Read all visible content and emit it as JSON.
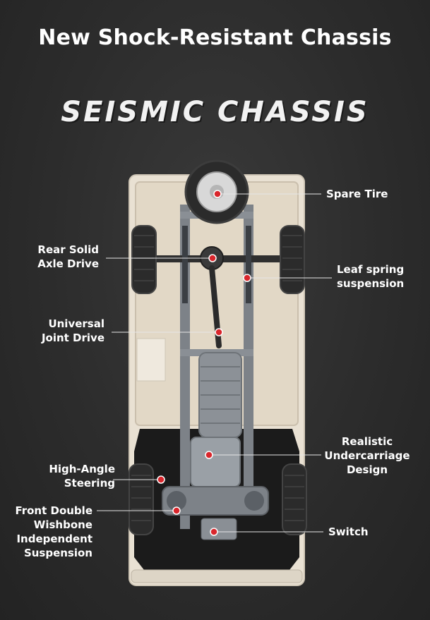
{
  "title": "New Shock-Resistant Chassis",
  "subtitle": "SEISMIC CHASSIS",
  "labels": {
    "spare_tire": "Spare Tire",
    "rear_axle_1": "Rear Solid",
    "rear_axle_2": "Axle Drive",
    "leaf_spring_1": "Leaf spring",
    "leaf_spring_2": "suspension",
    "ujoint_1": "Universal",
    "ujoint_2": "Joint Drive",
    "undercarriage_1": "Realistic",
    "undercarriage_2": "Undercarriage",
    "undercarriage_3": "Design",
    "steering_1": "High-Angle",
    "steering_2": "Steering",
    "wishbone_1": "Front Double",
    "wishbone_2": "Wishbone",
    "wishbone_3": "Independent",
    "wishbone_4": "Suspension",
    "switch": "Switch"
  },
  "colors": {
    "background": "#2c2c2c",
    "body_shell": "#e9e1d3",
    "frame": "#8a8f95",
    "tire": "#2b2b2b",
    "marker": "#d9262c"
  }
}
